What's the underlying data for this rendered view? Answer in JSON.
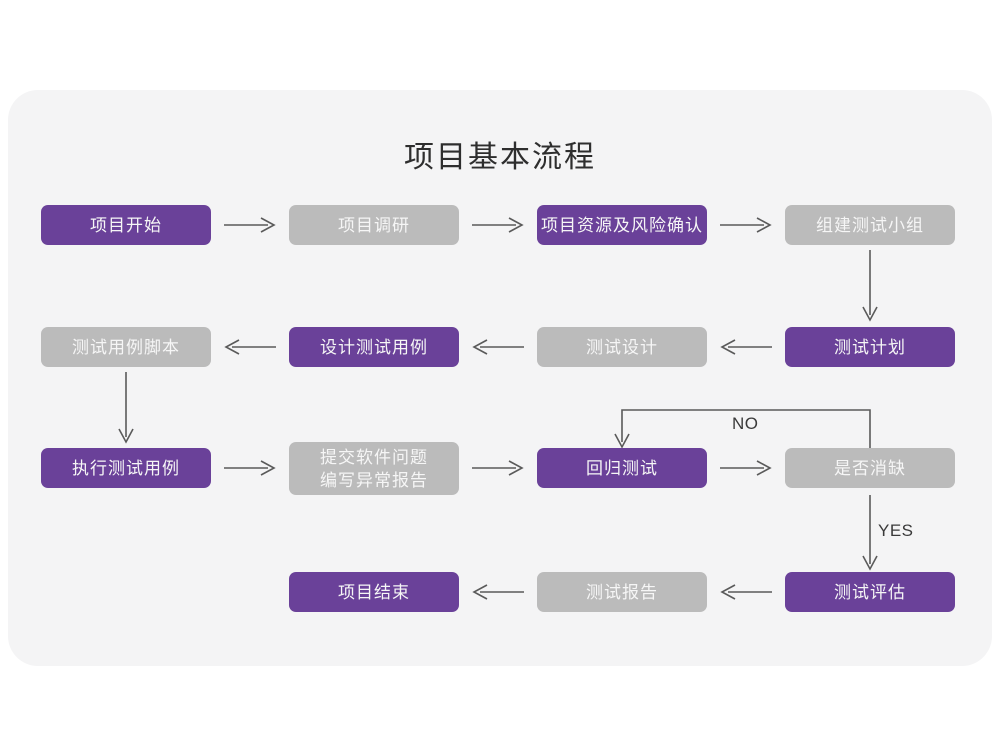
{
  "card": {
    "title": "项目基本流程",
    "background_color": "#f4f4f5",
    "page_background": "#ffffff"
  },
  "colors": {
    "purple": "#6a4199",
    "gray": "#bbbbbb",
    "node_text": "#f6f6f6",
    "title_text": "#2e2e2e",
    "arrow": "#5a5a5a",
    "label_text": "#3a3a3a"
  },
  "nodes": [
    {
      "id": "n1",
      "label": "项目开始",
      "style": "purple",
      "row": 1,
      "col": 1
    },
    {
      "id": "n2",
      "label": "项目调研",
      "style": "gray",
      "row": 1,
      "col": 2
    },
    {
      "id": "n3",
      "label": "项目资源及风险确认",
      "style": "purple",
      "row": 1,
      "col": 3
    },
    {
      "id": "n4",
      "label": "组建测试小组",
      "style": "gray",
      "row": 1,
      "col": 4
    },
    {
      "id": "n5",
      "label": "测试用例脚本",
      "style": "gray",
      "row": 2,
      "col": 1
    },
    {
      "id": "n6",
      "label": "设计测试用例",
      "style": "purple",
      "row": 2,
      "col": 2
    },
    {
      "id": "n7",
      "label": "测试设计",
      "style": "gray",
      "row": 2,
      "col": 3
    },
    {
      "id": "n8",
      "label": "测试计划",
      "style": "purple",
      "row": 2,
      "col": 4
    },
    {
      "id": "n9",
      "label": "执行测试用例",
      "style": "purple",
      "row": 3,
      "col": 1
    },
    {
      "id": "n10",
      "label": "提交软件问题\n编写异常报告",
      "style": "gray",
      "row": 3,
      "col": 2
    },
    {
      "id": "n11",
      "label": "回归测试",
      "style": "purple",
      "row": 3,
      "col": 3
    },
    {
      "id": "n12",
      "label": "是否消缺",
      "style": "gray",
      "row": 3,
      "col": 4
    },
    {
      "id": "n13",
      "label": "项目结束",
      "style": "purple",
      "row": 4,
      "col": 2
    },
    {
      "id": "n14",
      "label": "测试报告",
      "style": "gray",
      "row": 4,
      "col": 3
    },
    {
      "id": "n15",
      "label": "测试评估",
      "style": "purple",
      "row": 4,
      "col": 4
    }
  ],
  "edge_labels": {
    "no": "NO",
    "yes": "YES"
  }
}
